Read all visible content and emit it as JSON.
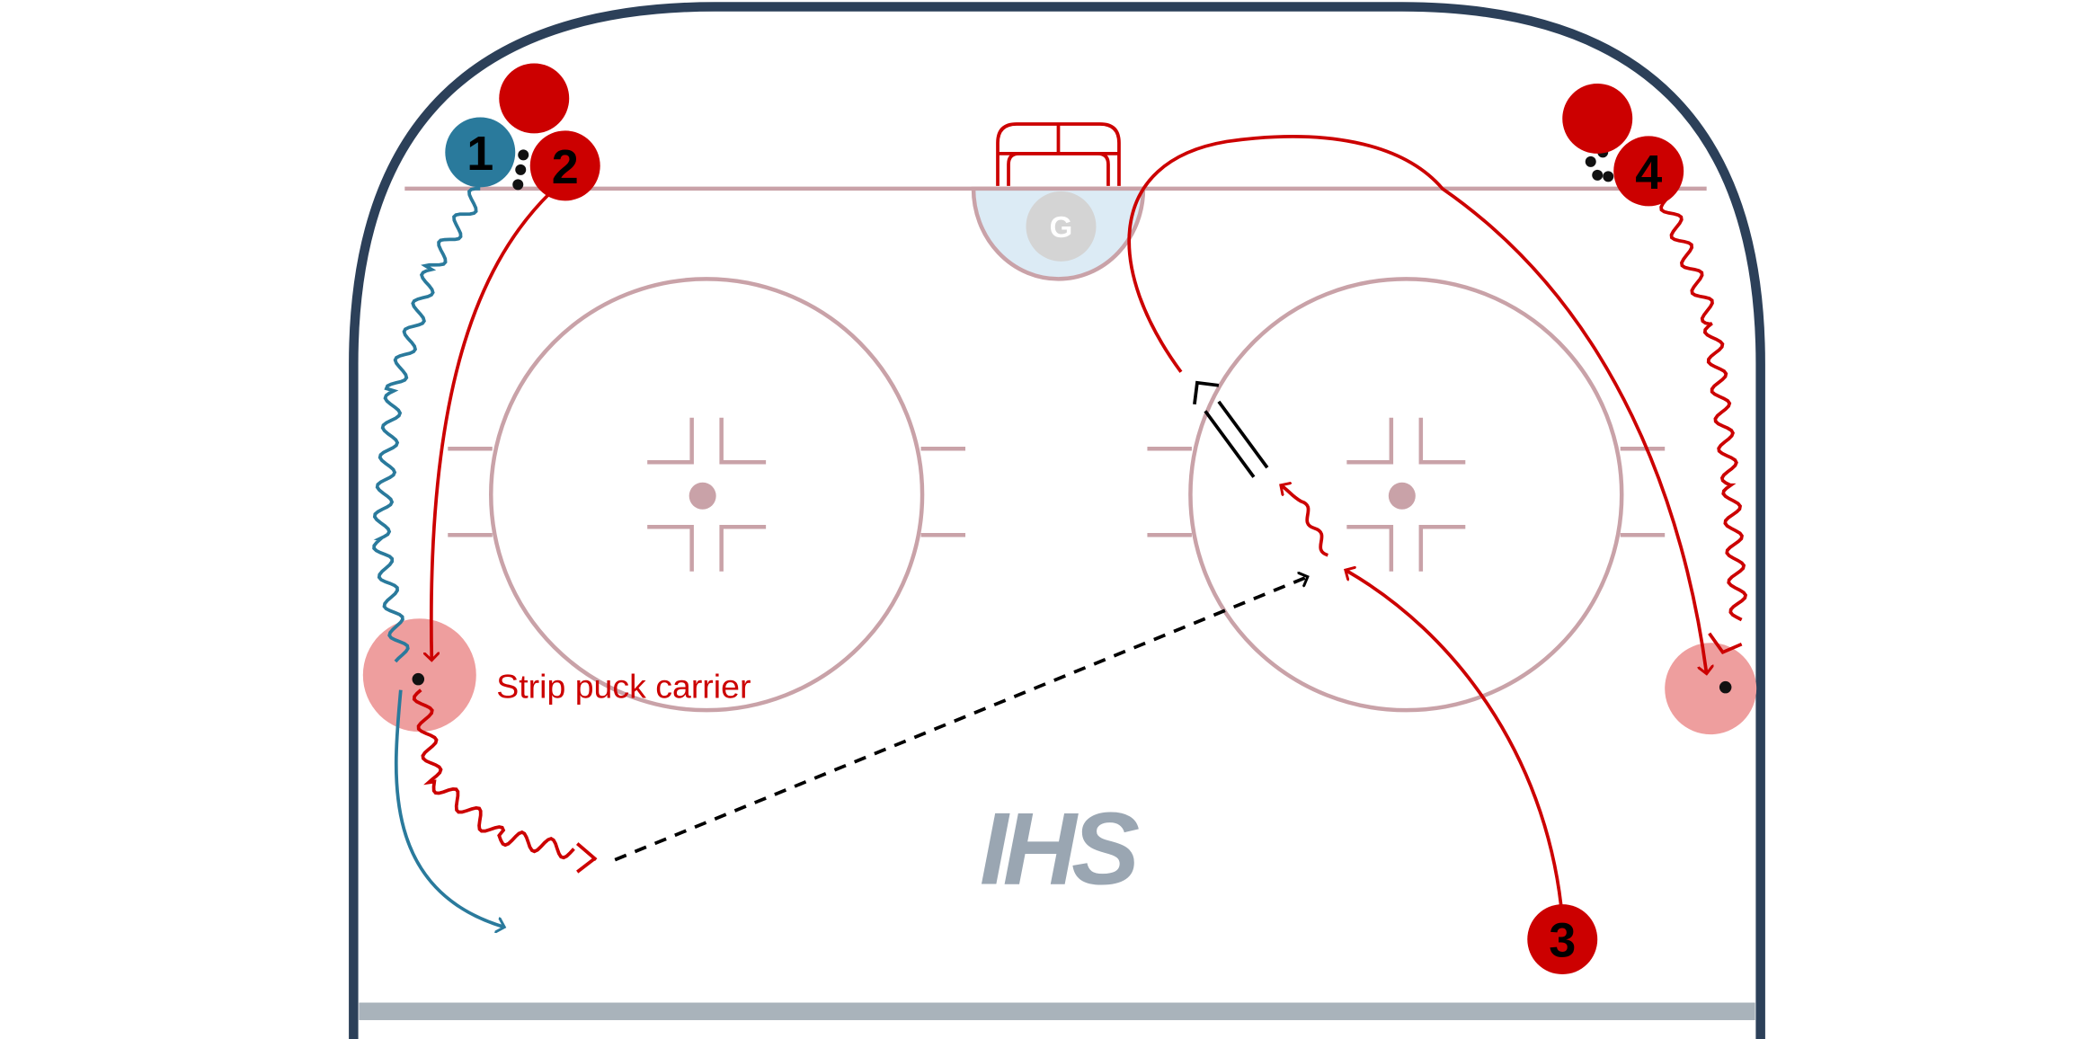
{
  "diagram": {
    "annotation": "Strip puck carrier",
    "goalie_label": "G",
    "logo_text": "IHS",
    "players": [
      {
        "id": "player-1",
        "label": "1",
        "team": "blue"
      },
      {
        "id": "player-2",
        "label": "2",
        "team": "red"
      },
      {
        "id": "player-3",
        "label": "3",
        "team": "red"
      },
      {
        "id": "player-4",
        "label": "4",
        "team": "red"
      }
    ],
    "colors": {
      "board": "#2c4059",
      "rink_lines": "#c9a2a8",
      "red_team": "#cc0000",
      "blue_team": "#2a7a9c",
      "pass": "#000000",
      "crease_fill": "#dcebf5",
      "goalie": "#d4d4d4",
      "logo": "#9aa6b2",
      "contact_zone": "#ee9e9e"
    }
  }
}
